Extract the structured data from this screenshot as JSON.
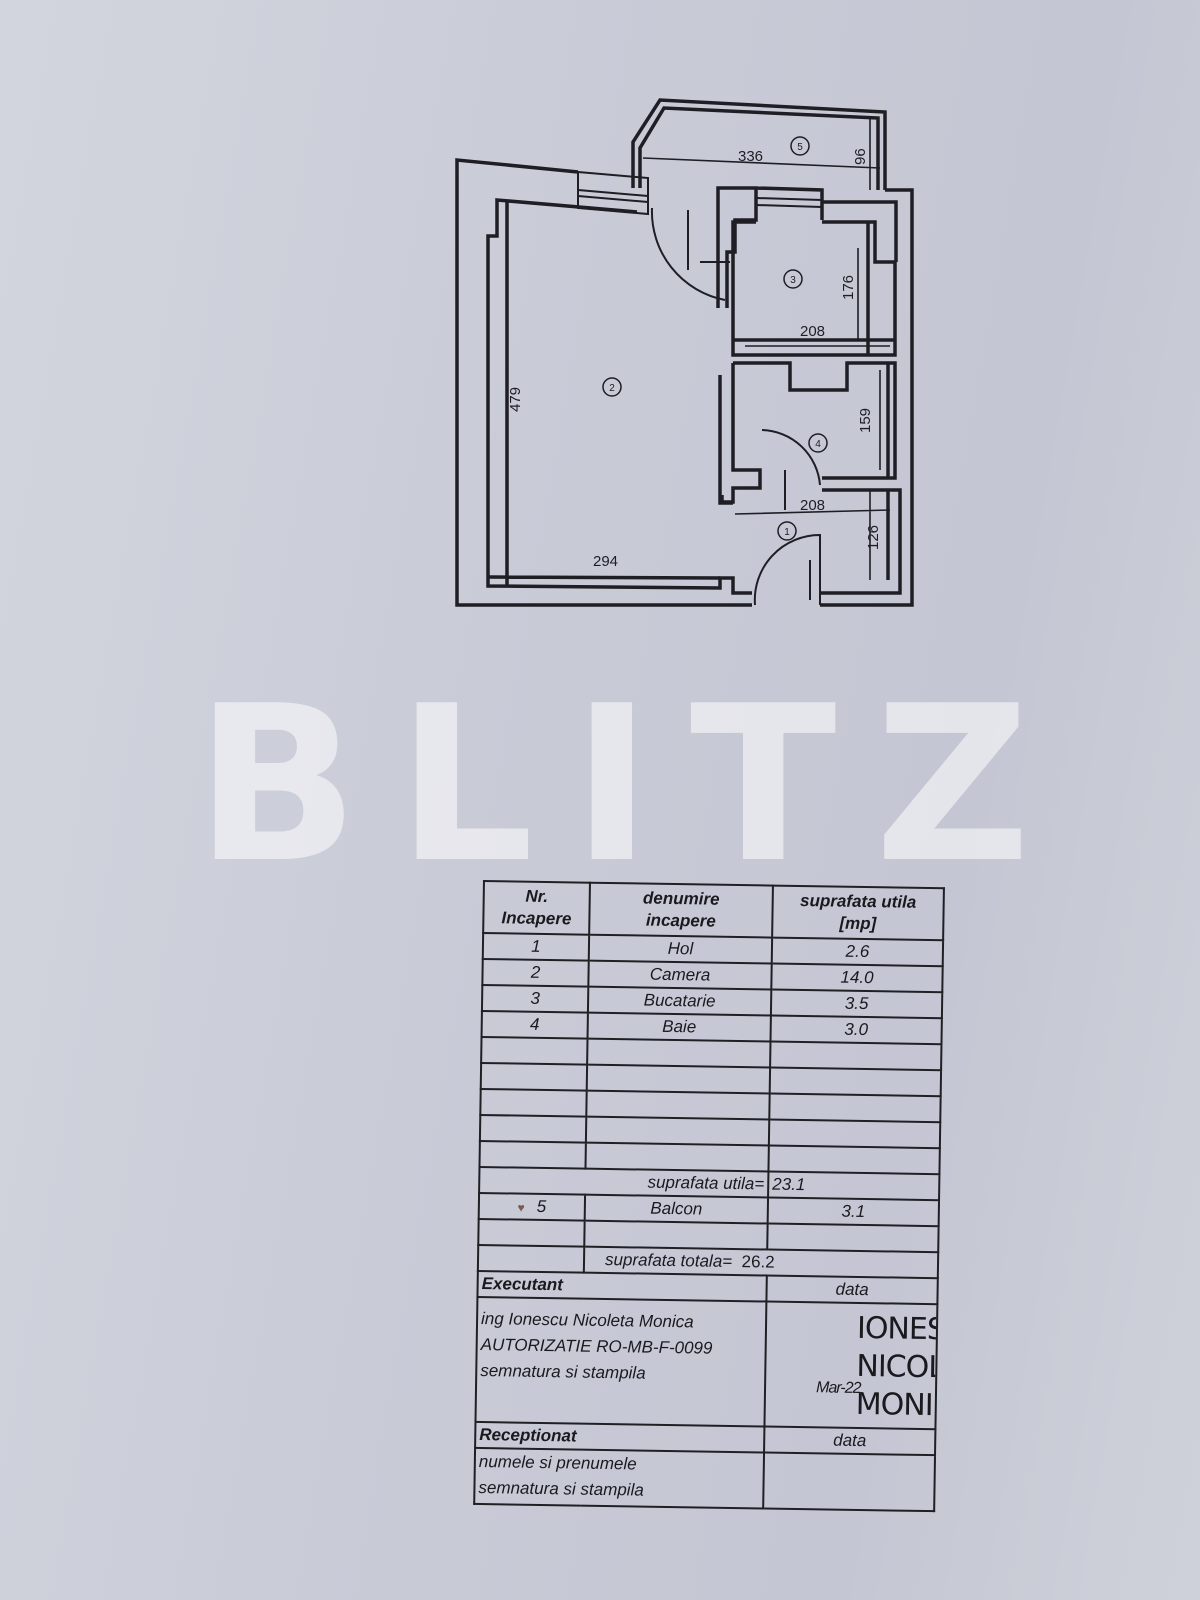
{
  "watermark": "BLITZ",
  "plan": {
    "rooms": [
      {
        "number": "1"
      },
      {
        "number": "2"
      },
      {
        "number": "3"
      },
      {
        "number": "4"
      },
      {
        "number": "5"
      }
    ],
    "dimensions": {
      "balcony_length": "336",
      "balcony_width": "96",
      "kitchen_height": "176",
      "kitchen_width": "208",
      "room_height": "479",
      "room_width": "294",
      "bath_height": "159",
      "hall_width": "208",
      "hall_height": "126"
    }
  },
  "table": {
    "headers": {
      "nr": [
        "Nr.",
        "Incapere"
      ],
      "name": [
        "denumire",
        "incapere"
      ],
      "area": [
        "suprafata utila",
        "[mp]"
      ]
    },
    "rows": [
      {
        "nr": "1",
        "name": "Hol",
        "area": "2.6"
      },
      {
        "nr": "2",
        "name": "Camera",
        "area": "14.0"
      },
      {
        "nr": "3",
        "name": "Bucatarie",
        "area": "3.5"
      },
      {
        "nr": "4",
        "name": "Baie",
        "area": "3.0"
      }
    ],
    "useful_label": "suprafata utila=",
    "useful_value": "23.1",
    "balcony": {
      "nr": "5",
      "name": "Balcon",
      "area": "3.1"
    },
    "total_label": "suprafata totala=",
    "total_value": "26.2",
    "executant": {
      "title": "Executant",
      "date_label": "data",
      "lines": [
        "ing  Ionescu Nicoleta Monica",
        "AUTORIZATIE RO-MB-F-0099",
        "semnatura si stampila"
      ],
      "date": "Mar-22",
      "stamp": [
        "IONES",
        "NICOL",
        "MONI"
      ]
    },
    "receptionat": {
      "title": "Receptionat",
      "date_label": "data",
      "lines": [
        "numele si prenumele",
        "semnatura si stampila"
      ]
    }
  }
}
